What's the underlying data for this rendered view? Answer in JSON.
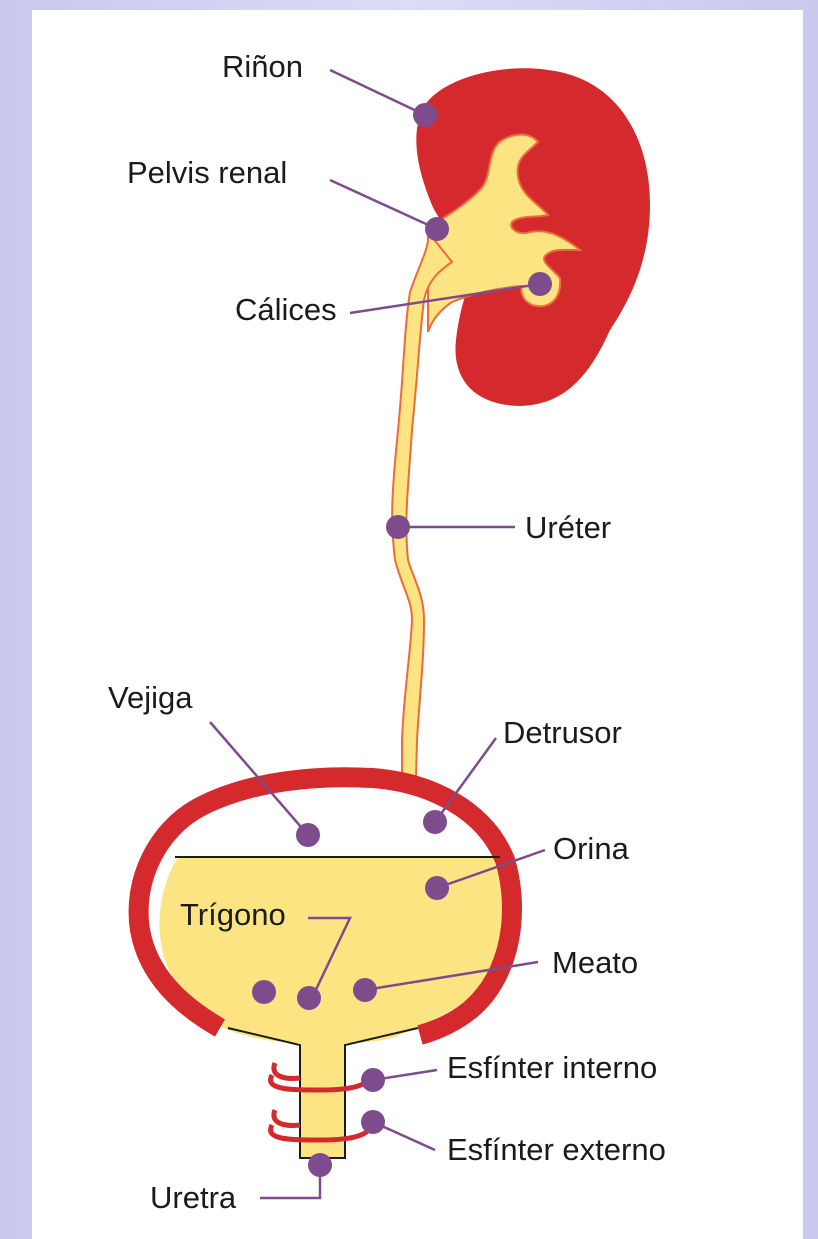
{
  "diagram": {
    "labels": {
      "rinon": "Riñon",
      "pelvis_renal": "Pelvis renal",
      "calices": "Cálices",
      "ureter": "Uréter",
      "vejiga": "Vejiga",
      "detrusor": "Detrusor",
      "orina": "Orina",
      "trigono": "Trígono",
      "meato": "Meato",
      "esfinter_interno": "Esfínter interno",
      "esfinter_externo": "Esfínter externo",
      "uretra": "Uretra"
    }
  },
  "colors": {
    "kidney_red": "#d42a2e",
    "urine_yellow": "#fde483",
    "outline_orange": "#ef6a3a",
    "marker_purple": "#7e4b8d",
    "background": "#d6d5f4"
  }
}
